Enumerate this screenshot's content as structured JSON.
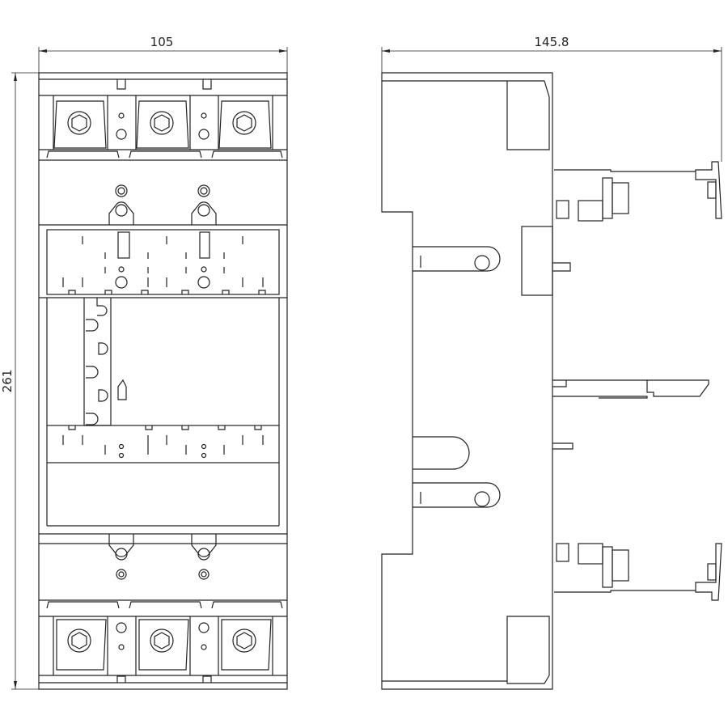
{
  "drawing": {
    "front_view": {
      "width_dimension": "105",
      "height_dimension": "261"
    },
    "side_view": {
      "depth_dimension": "145.8"
    },
    "line_color": "#222222"
  }
}
